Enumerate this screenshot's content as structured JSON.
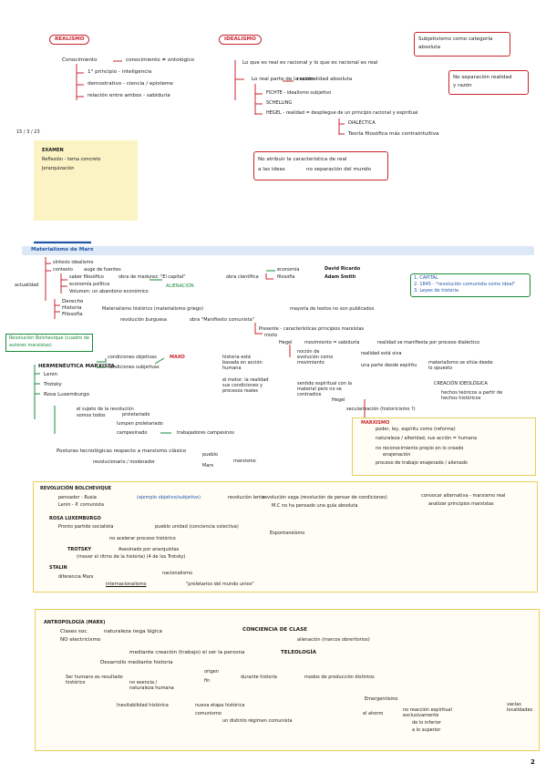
{
  "colors": {
    "red": "#c9252c",
    "green": "#1a8a3a",
    "blue": "#2156a8",
    "yellow": "#fbf3c4",
    "band": "#dde8f6"
  },
  "top": {
    "realismo": {
      "title": "REALISMO",
      "l1": "Conocimiento",
      "l1b": "conocimiento ≠ ontológico",
      "l2": "1° principio - inteligencia",
      "l3": "demostrativo - ciencia / episteme",
      "l4": "relación entre ambos - sabiduría"
    },
    "idealismo": {
      "title": "IDEALISMO",
      "l1": "Lo que es real es racional y lo que es racional es real",
      "l2": "Lo real parte de la razón",
      "l2b": "racionalidad absoluta",
      "l3": "FICHTE - idealismo subjetivo",
      "l4": "SCHELLING",
      "l5": "HEGEL - realidad = despliegue de un principio racional y espiritual",
      "l6": "DIALÉCTICA",
      "l7": "Teoría filosófica más contraintuitiva"
    },
    "box1": [
      "Subjetivismo como categoría",
      "absoluta"
    ],
    "box2": [
      "No separación realidad",
      "y razón"
    ],
    "box3": [
      "No atribuir la característica de real",
      "a las ideas",
      "no separación del mundo"
    ],
    "date": "15 / 3 / 23",
    "sticky": {
      "title": "EXAMEN",
      "i1": "Reflexión - tema concreto",
      "i2": "Jerarquización"
    }
  },
  "marx": {
    "band_title": "Materialismo de Marx",
    "a1": "síntesis idealismo",
    "a2": "contexto",
    "a2b": "auge de fuentes",
    "a3": "saber filosófico",
    "a3b": "obra de madurez: \"El capital\"",
    "a3c": "obra científica",
    "a3d": "economía",
    "a3e": "filosofía",
    "a3f": "David Ricardo",
    "a3g": "Adam Smith",
    "a4": "economía política",
    "a5": "Volumen: un abandono económico",
    "a5b": "ALIENACIÓN",
    "left": "actualidad",
    "d1": "Derecho",
    "d2": "Historia",
    "d2b": "Materialismo histórico (materialismo griego)",
    "d3": "Filosofía",
    "d3b": "revolución burguesa",
    "d3c": "obra \"Manifiesto comunista\"",
    "d2c": "mayoría de textos no son publicados",
    "list": [
      "1. CAPITAL",
      "2. 1845 - \"revolución comunista como ideal\"",
      "3. Leyes de historia"
    ],
    "p1": "Presente - características principios marxistas",
    "p1b": "mixto",
    "p2": "Hegel",
    "p2b": "movimiento = sabiduría",
    "p2c": "realidad se manifiesta por proceso dialéctico",
    "p3": "historia está basada en acción humana",
    "p3b": "noción de evolución como movimiento",
    "p3c": "realidad está viva",
    "p4": "el motor: la realidad sus condiciones y procesos reales",
    "p4b": "sentido espiritual con la material pero no se contradice",
    "p4c": "una parte desde espíritu",
    "p4d": "materialismo se sitúa desde lo opuesto",
    "p4e": "Hegel",
    "p4f": "CREACIÓN IDEOLÓGICA",
    "p4g": "hechos teóricos a partir de hechos históricos",
    "p5": "secularización (historicismo ?)",
    "green_box": [
      "Revolución Bolchevique (cuadro de",
      "autores marxistas)"
    ],
    "h1": "HERMENÉUTICA MARXISTA",
    "h1b": "condiciones objetivas",
    "h1c": "condiciones subjetivas",
    "h1d": "MAXO",
    "h2": "Lenin",
    "h3": "Trotsky",
    "h4": "Rosa Luxemburgo",
    "h5": "el sujeto de la revolución",
    "h5b": "somos todos",
    "h5c": "proletariado",
    "h5d": "lumpen proletariado",
    "h5e": "campesinado",
    "h5f": "trabajadores campesinos",
    "h6": "Posturas tecnológicas respecto a marxismo clásico",
    "h6b": "revolucionario / moderador",
    "h6c": "pueblo",
    "h6d": "Marx",
    "h6e": "marxismo",
    "yp": {
      "title": "MARXISMO",
      "i1": "poder, ley, espíritu como (reforma)",
      "i2": "naturaleza / alteridad, sus acción = humana",
      "i3": "no reconocimiento propio en lo creado",
      "i4": "enajenación",
      "i5": "proceso de trabajo enajenado / alienado"
    }
  },
  "bolchevique": {
    "title": "REVOLUCIÓN BOLCHEVIQUE",
    "l1": "pensador - Rusia",
    "l1b": "(ejemplo objetivo/subjetivo)",
    "l1c": "revolución lenta",
    "l1d": "revolución vaga (revolución de pensar de condiciones)",
    "l1e": "convocar alternativa - marxismo real",
    "l2": "Lenin - P. comunista",
    "l2b": "M.C no ha pensado una guía absoluta",
    "l2c": "analizar principios marxistas",
    "r1": "ROSA LUXEMBURGO",
    "r2": "Pronto partido socialista",
    "r2b": "pueblo unidad (conciencia colectiva)",
    "r2c": "Espontaneísmo",
    "r3": "no acelerar proceso histórico",
    "t1": "TROTSKY",
    "t1b": "Asesinado por anarquistas",
    "t1c": "(mover el ritmo de la historia) (4 de los Trotsky)",
    "s1": "STALIN",
    "s2": "diferencia Marx",
    "s2b": "nacionalismo",
    "s3": "internacionalismo",
    "s3b": "\"proletarios del mundo unios\""
  },
  "antro": {
    "title": "ANTROPOLOGÍA (MARX)",
    "l1": "Clases soc.",
    "l1b": "naturaleza nega lógica",
    "l1c": "CONCIENCIA DE CLASE",
    "l2": "NO electricismo",
    "l2b": "alienación (marcos obreritorios)",
    "l3": "mediante creación (trabajo) el ser la persona",
    "l3b": "TELEOLOGÍA",
    "l4": "Desarrollo mediante historia",
    "l5": "Ser humano es resultado histórico",
    "l5b": "no esencia / naturaleza humana",
    "l5c": "origen",
    "l5d": "fin",
    "l5e": "durante historia",
    "l5f": "modos de producción distintos",
    "l6": "Inevitabilidad histórica",
    "l6b": "nueva etapa histórica",
    "l6c": "comunismo",
    "l6d": "un distinto régimen comunista",
    "l7": "Emergentismo",
    "l7b": "el ahorro",
    "l7c": "no reacción espiritual exclusivamente",
    "l7d": "de lo inferior",
    "l7e": "a lo superior",
    "l7f": "vacías localidades"
  },
  "page_number": "2"
}
